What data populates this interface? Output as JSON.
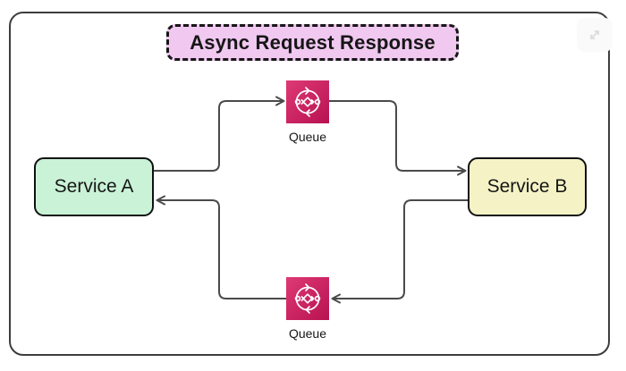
{
  "diagram": {
    "title": {
      "label": "Async Request Response"
    },
    "nodes": {
      "service_a": {
        "label": "Service A",
        "type": "service"
      },
      "service_b": {
        "label": "Service B",
        "type": "service"
      },
      "queue_top": {
        "label": "Queue",
        "icon": "sqs-queue-icon"
      },
      "queue_bottom": {
        "label": "Queue",
        "icon": "sqs-queue-icon"
      }
    },
    "connectors": [
      {
        "from": "service_a",
        "to": "queue_top",
        "arrow": "into-queue-top"
      },
      {
        "from": "queue_top",
        "to": "service_b",
        "arrow": "into-service-b"
      },
      {
        "from": "service_b",
        "to": "queue_bottom",
        "arrow": "into-queue-bottom"
      },
      {
        "from": "queue_bottom",
        "to": "service_a",
        "arrow": "into-service-a"
      }
    ]
  },
  "controls": {
    "expand_button": {
      "icon": "expand-diagonal-arrow-icon"
    }
  },
  "colors": {
    "service-a-fill": "#c9f2d6",
    "service-b-fill": "#f5f3c6",
    "title-fill": "#f0c8f0",
    "node-border": "#111111",
    "queue-gradient-top": "#de3a74",
    "queue-gradient-bottom": "#b81152",
    "connector": "#4a4a4a",
    "canvas-border": "#3d3d3d",
    "text": "#161616"
  }
}
